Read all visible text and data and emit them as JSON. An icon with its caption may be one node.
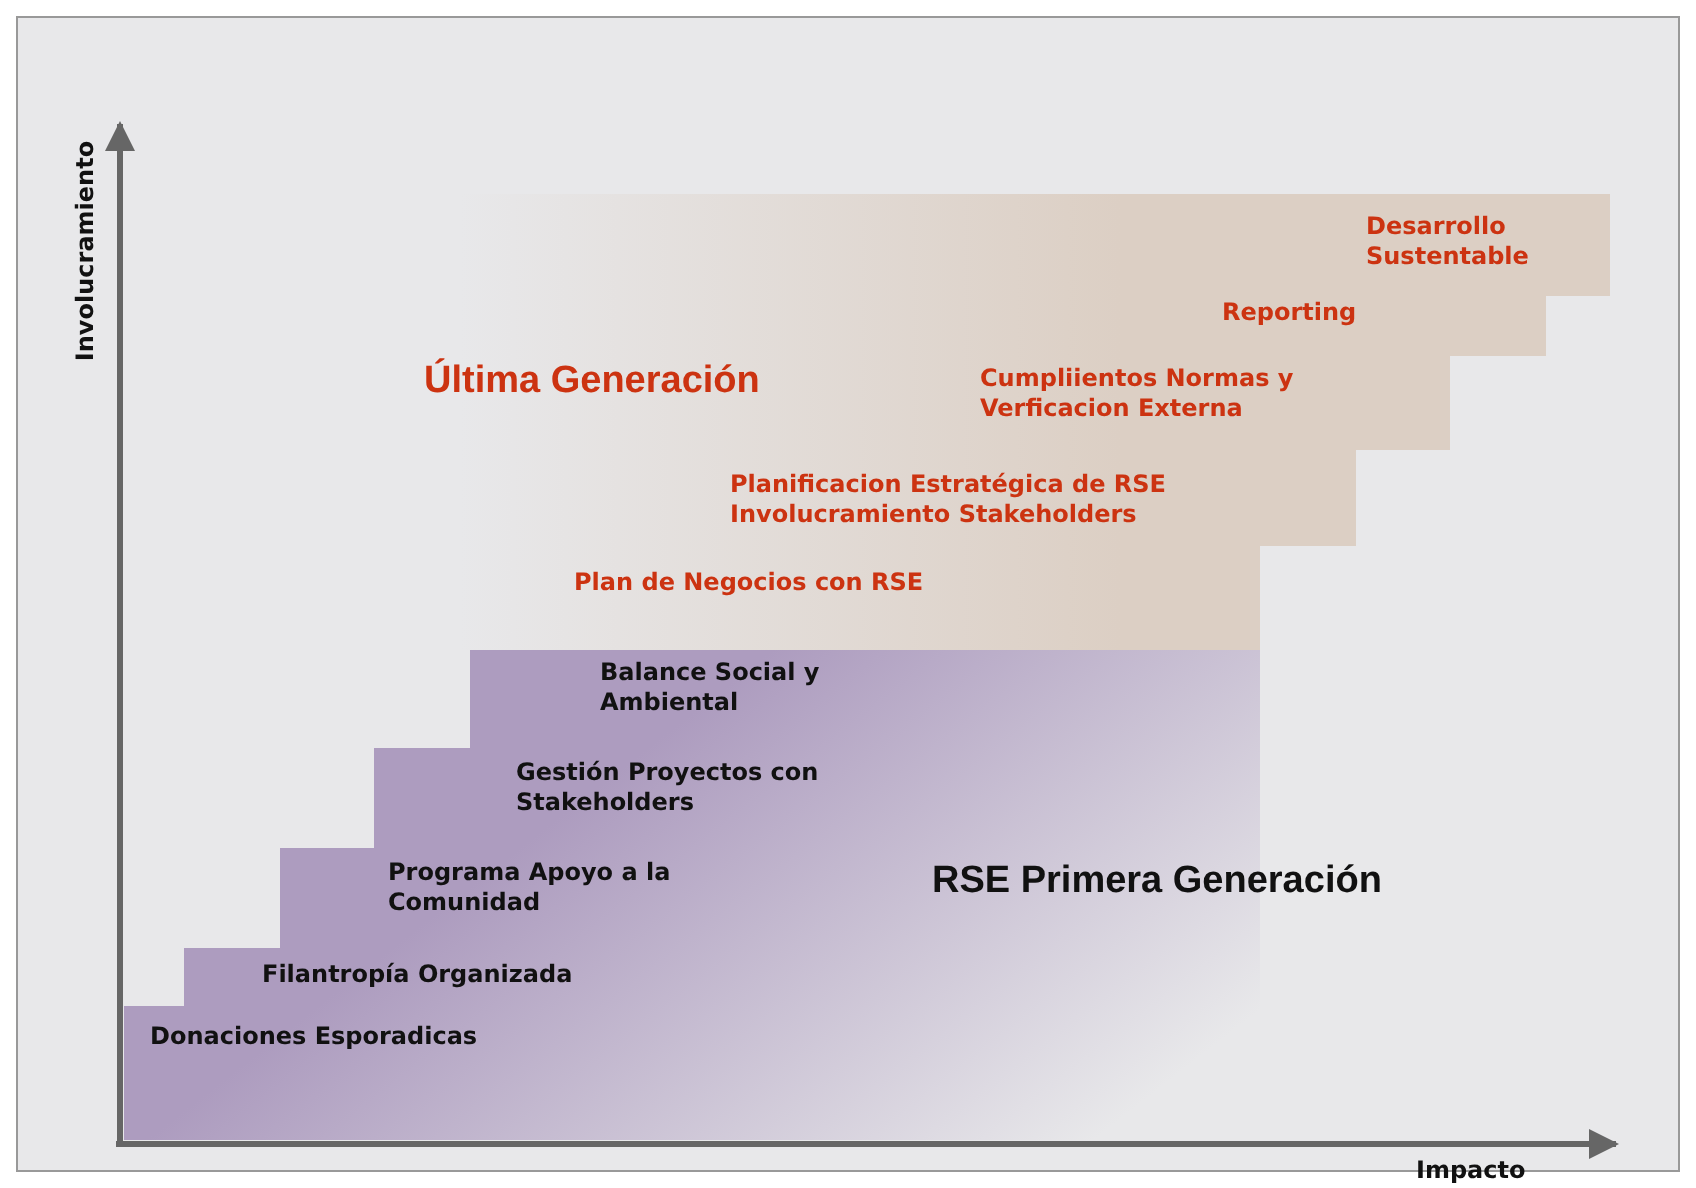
{
  "diagram": {
    "labels": [
      "Involucramiento",
      "Desarrollo Sustentable",
      "Reporting",
      "Última Generación",
      "Cumpliientos Normas y Verficacion Externa",
      "Planificacion Estratégica de RSE Involucramiento Stakeholders",
      "Plan de Negocios con RSE",
      "Balance Social y Ambiental",
      "Gestión Proyectos con Stakeholders",
      "Programa Apoyo a la Comunidad",
      "RSE Primera Generación",
      "Filantropía Organizada",
      "Donaciones Esporadicas",
      "Impacto"
    ]
  }
}
